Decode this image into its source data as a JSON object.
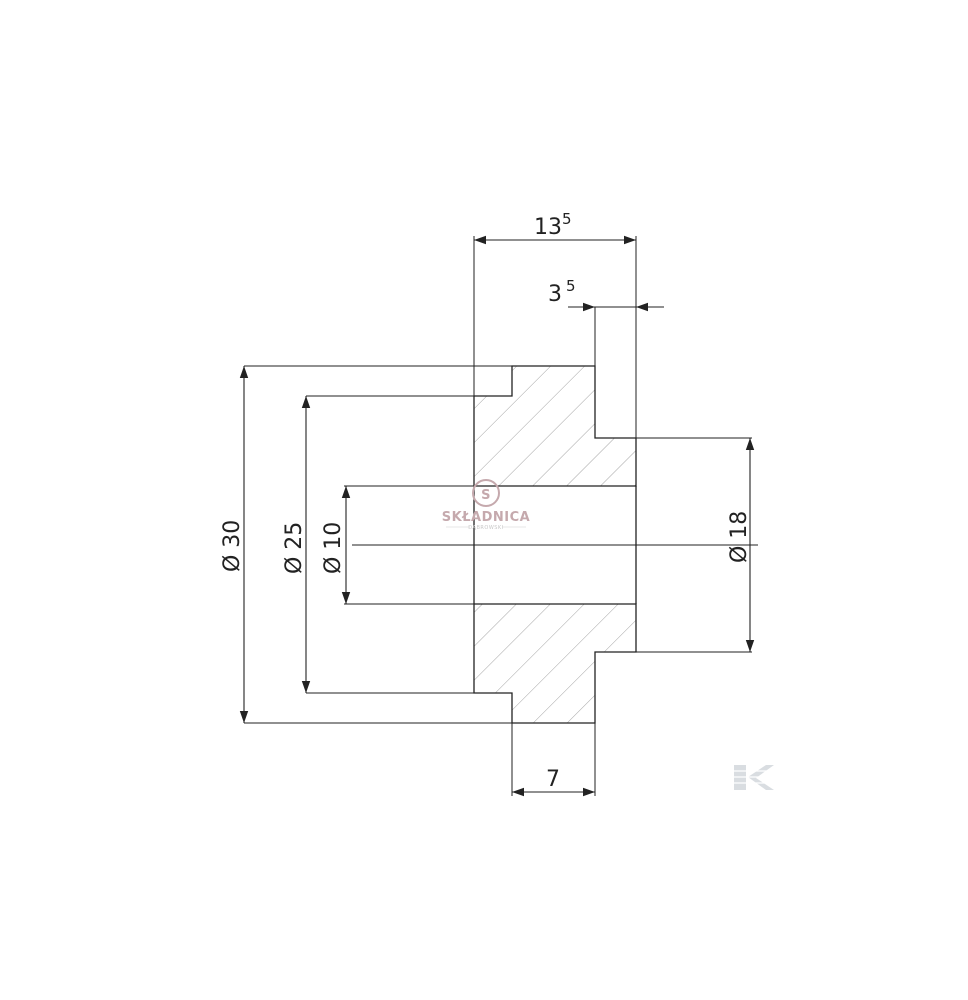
{
  "dimensions": {
    "overall_length": {
      "main": "13",
      "sup": "5"
    },
    "shoulder_length": {
      "main": "3",
      "sup": "5"
    },
    "hub_length": "7",
    "diameter_outer": "Ø 30",
    "diameter_recess": "Ø 25",
    "diameter_bore": "Ø 10",
    "diameter_shoulder": "Ø 18"
  },
  "watermark": {
    "brand": "SKŁADNICA",
    "sub": "DĄBROWSKI",
    "logo_letter": "S",
    "corner_letter": "K"
  },
  "colors": {
    "line": "#222222",
    "hatch": "#9a9a9a",
    "watermark": "#c5a9ad"
  }
}
